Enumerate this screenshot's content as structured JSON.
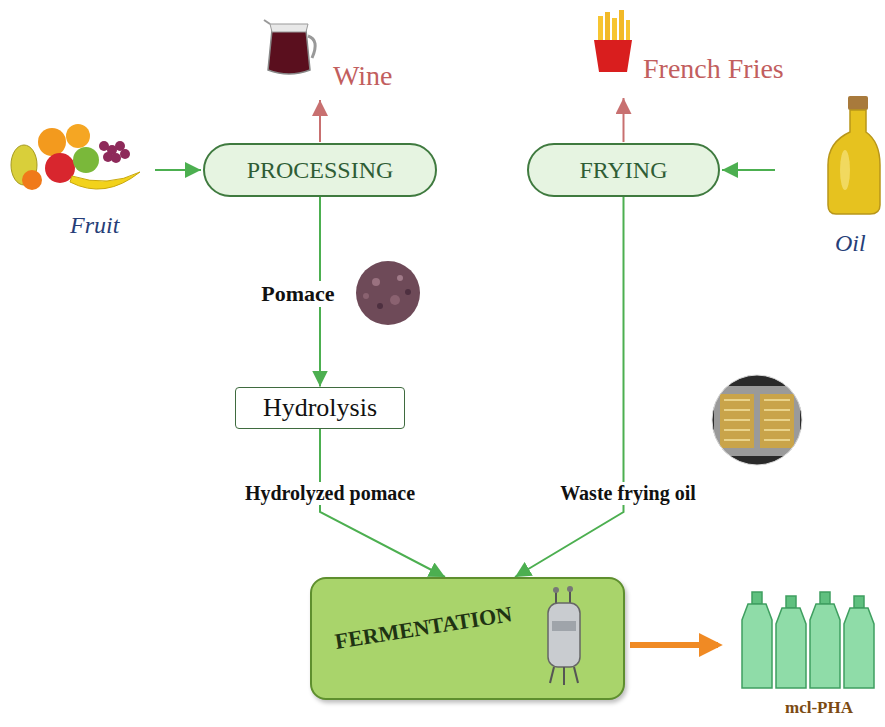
{
  "diagram": {
    "nodes": [
      {
        "text": [
          "PROCESSING"
        ]
      },
      {
        "text": [
          "FRYING"
        ]
      },
      {
        "text": [
          "Hydrolysis"
        ]
      },
      {
        "text": [
          "FERMENTATION"
        ]
      }
    ],
    "edges": [
      {
        "from": 0,
        "to": 2,
        "arrow": "to",
        "label": "Pomace"
      },
      {
        "from": 2,
        "to": 3,
        "arrow": "to",
        "label": "Hydrolyzed pomace"
      },
      {
        "from": 1,
        "to": 3,
        "arrow": "to",
        "label": "Waste frying oil"
      }
    ],
    "labels": [
      "Wine",
      "French Fries",
      "Fruit",
      "Oil",
      "mcl-PHA"
    ]
  }
}
